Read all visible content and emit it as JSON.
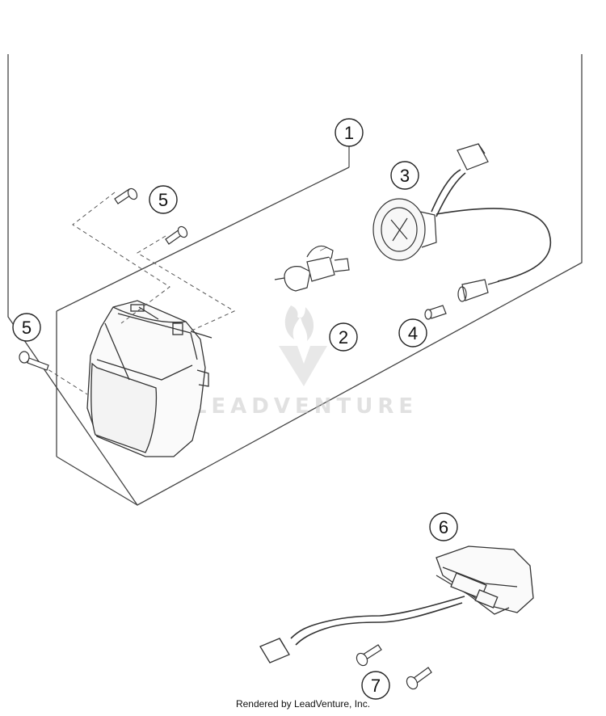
{
  "callouts": [
    {
      "id": "c1",
      "label": "1"
    },
    {
      "id": "c2",
      "label": "2"
    },
    {
      "id": "c3",
      "label": "3"
    },
    {
      "id": "c4",
      "label": "4"
    },
    {
      "id": "c5a",
      "label": "5"
    },
    {
      "id": "c5b",
      "label": "5"
    },
    {
      "id": "c6",
      "label": "6"
    },
    {
      "id": "c7",
      "label": "7"
    }
  ],
  "watermark": {
    "text": "LEADVENTURE"
  },
  "footer": {
    "text": "Rendered by LeadVenture, Inc."
  }
}
